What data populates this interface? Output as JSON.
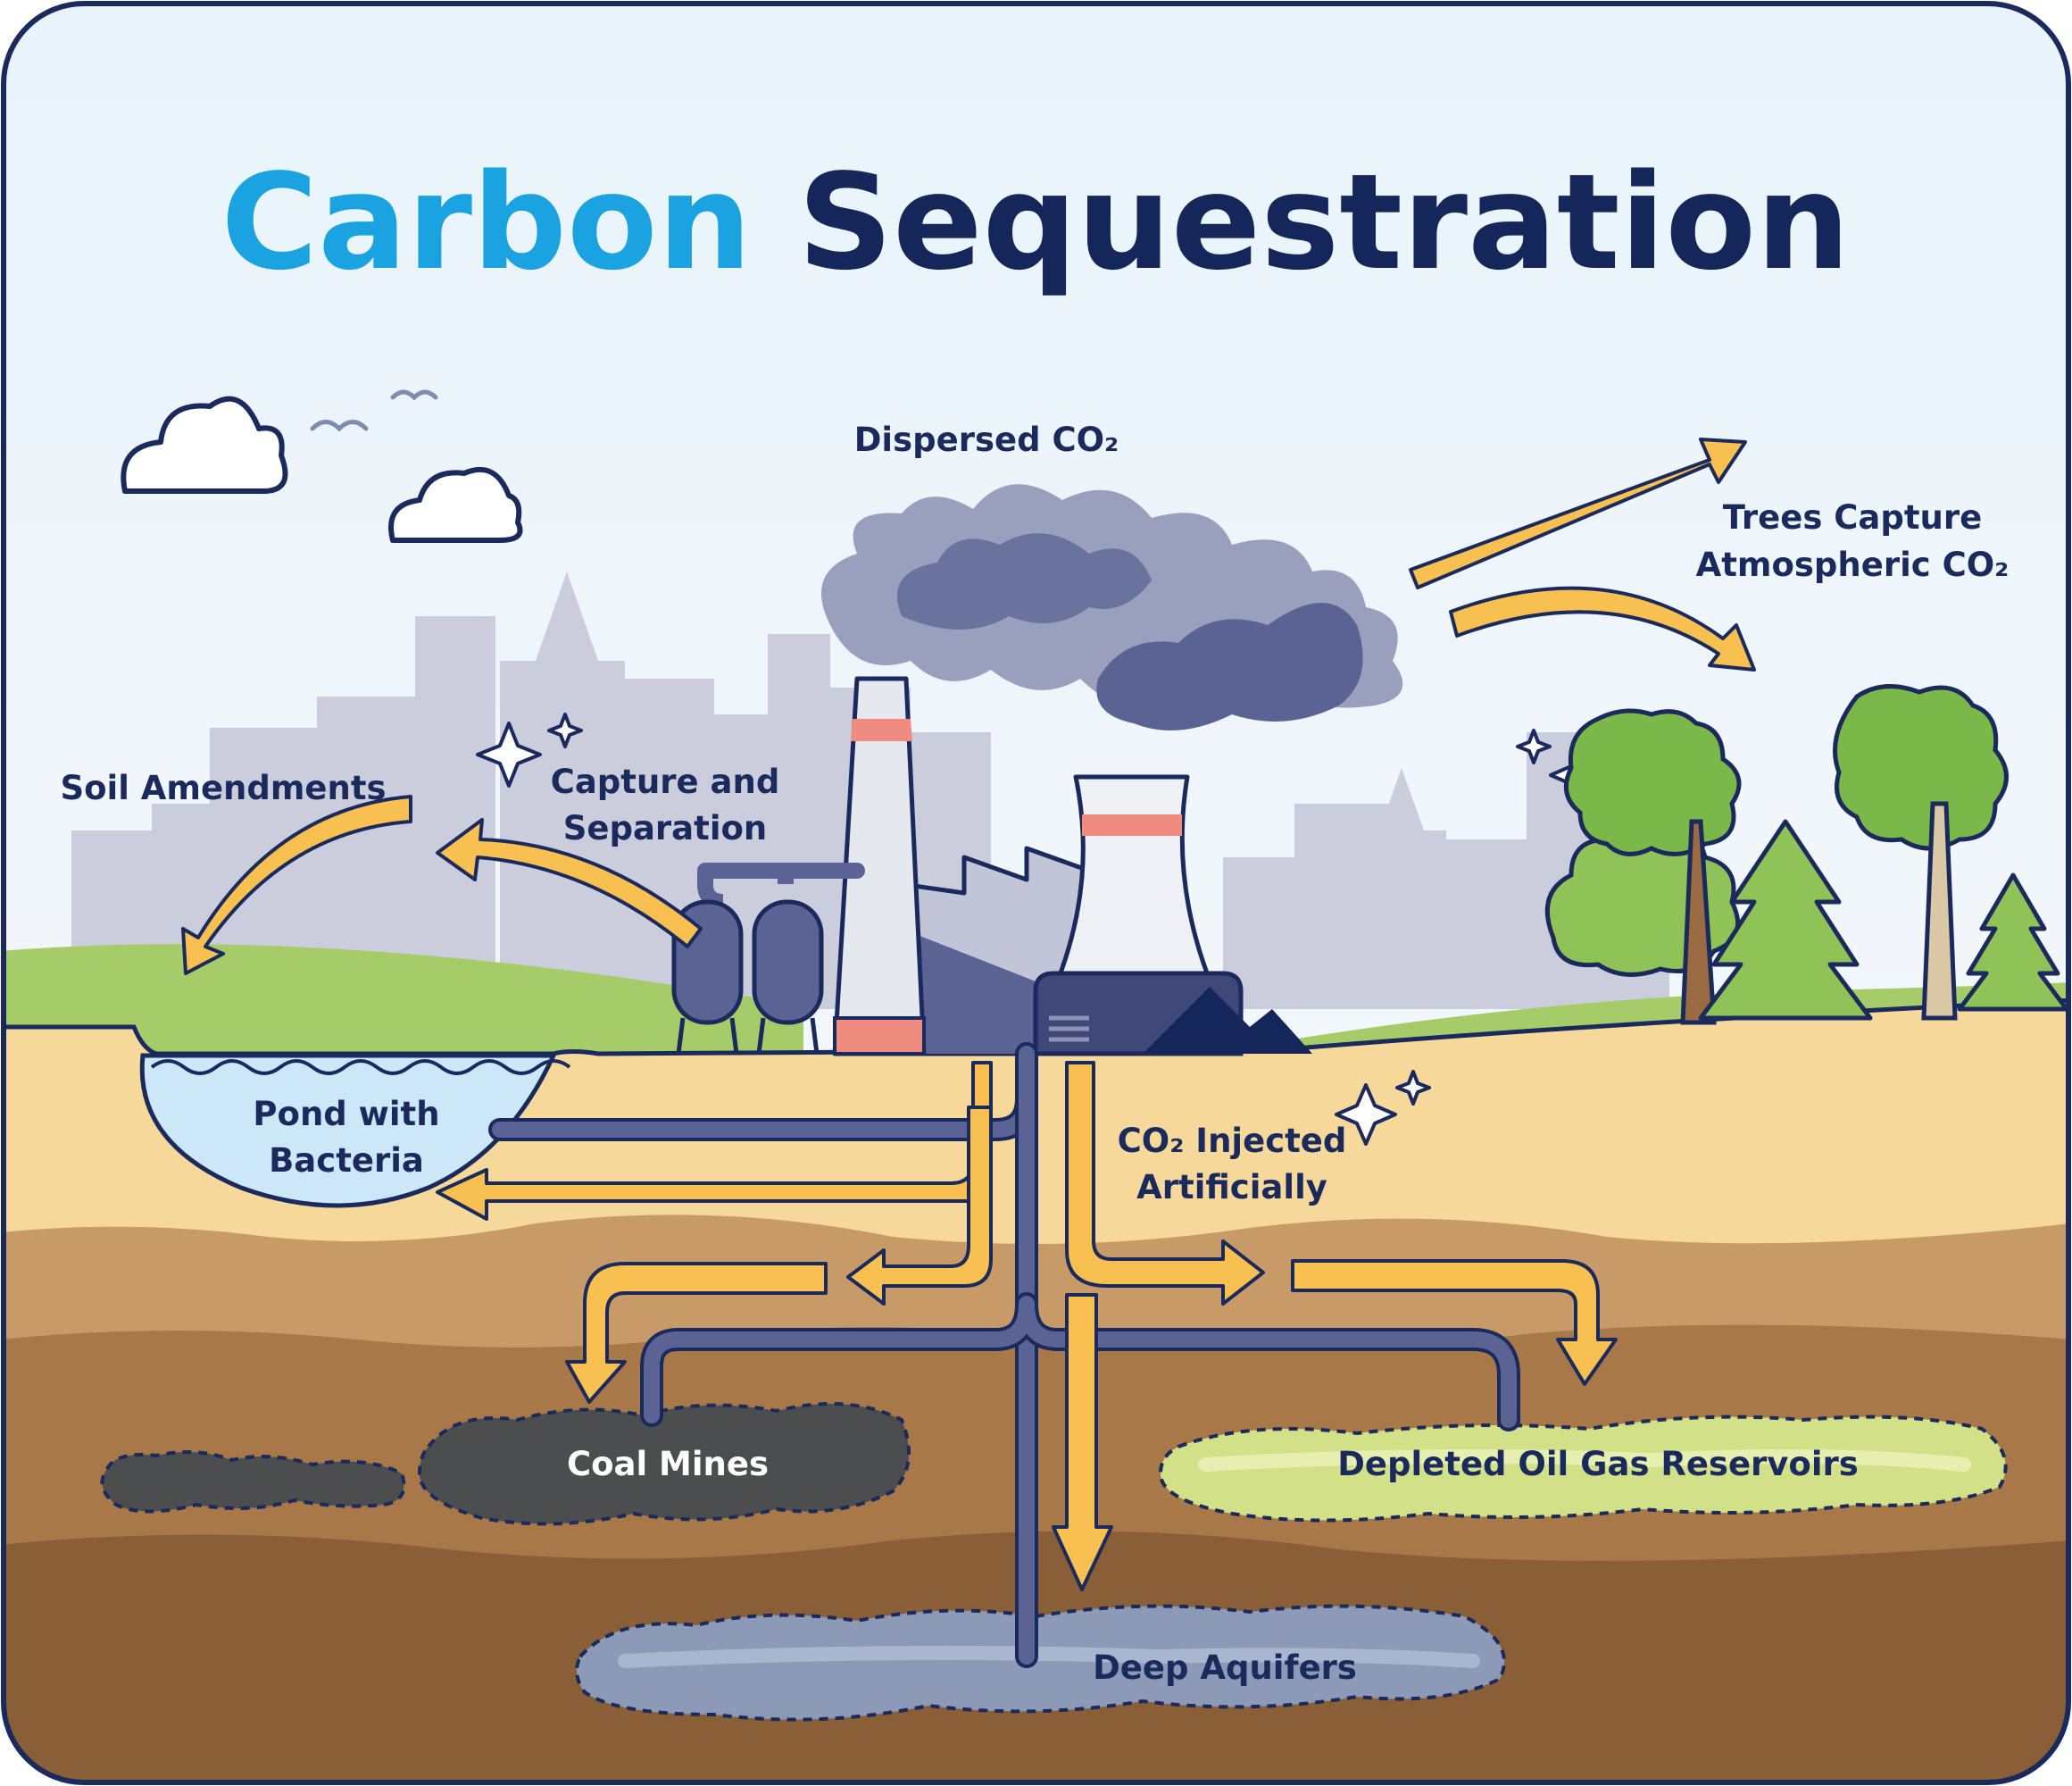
{
  "title": {
    "part1": "Carbon",
    "part2": "Sequestration"
  },
  "labels": {
    "dispersed": "Dispersed CO₂",
    "trees_line1": "Trees Capture",
    "trees_line2": "Atmospheric CO₂",
    "soil": "Soil Amendments",
    "capture_line1": "Capture and",
    "capture_line2": "Separation",
    "pond_line1": "Pond with",
    "pond_line2": "Bacteria",
    "injected_line1": "CO₂ Injected",
    "injected_line2": "Artificially",
    "coal": "Coal Mines",
    "oilgas": "Depleted Oil Gas Reservoirs",
    "aquifers": "Deep Aquifers"
  },
  "colors": {
    "title_accent": "#1aa3e0",
    "title_dark": "#14265a",
    "outline": "#1b2a5c",
    "arrow": "#f8c051",
    "pipe": "#5a6394",
    "smoke": "#8d93b4",
    "smoke_dark": "#5a6394",
    "skyline": "#c9cbdc",
    "grass": "#9ec65f",
    "soil_top": "#f6d89b",
    "soil_mid": "#c89a68",
    "soil_deep": "#a87848",
    "soil_bottom": "#8a5f38",
    "water": "#c9e6f7",
    "coal": "#4b4d4f",
    "oilgas": "#d2e088",
    "aquifer": "#8c9ab8",
    "tree": "#7bb84a"
  },
  "icons": [
    "cloud-icon",
    "bird-icon",
    "sparkle-icon",
    "tree-icon",
    "pine-tree-icon",
    "factory-icon",
    "cooling-tower-icon",
    "chimney-icon",
    "pipe-icon",
    "arrow-icon"
  ]
}
